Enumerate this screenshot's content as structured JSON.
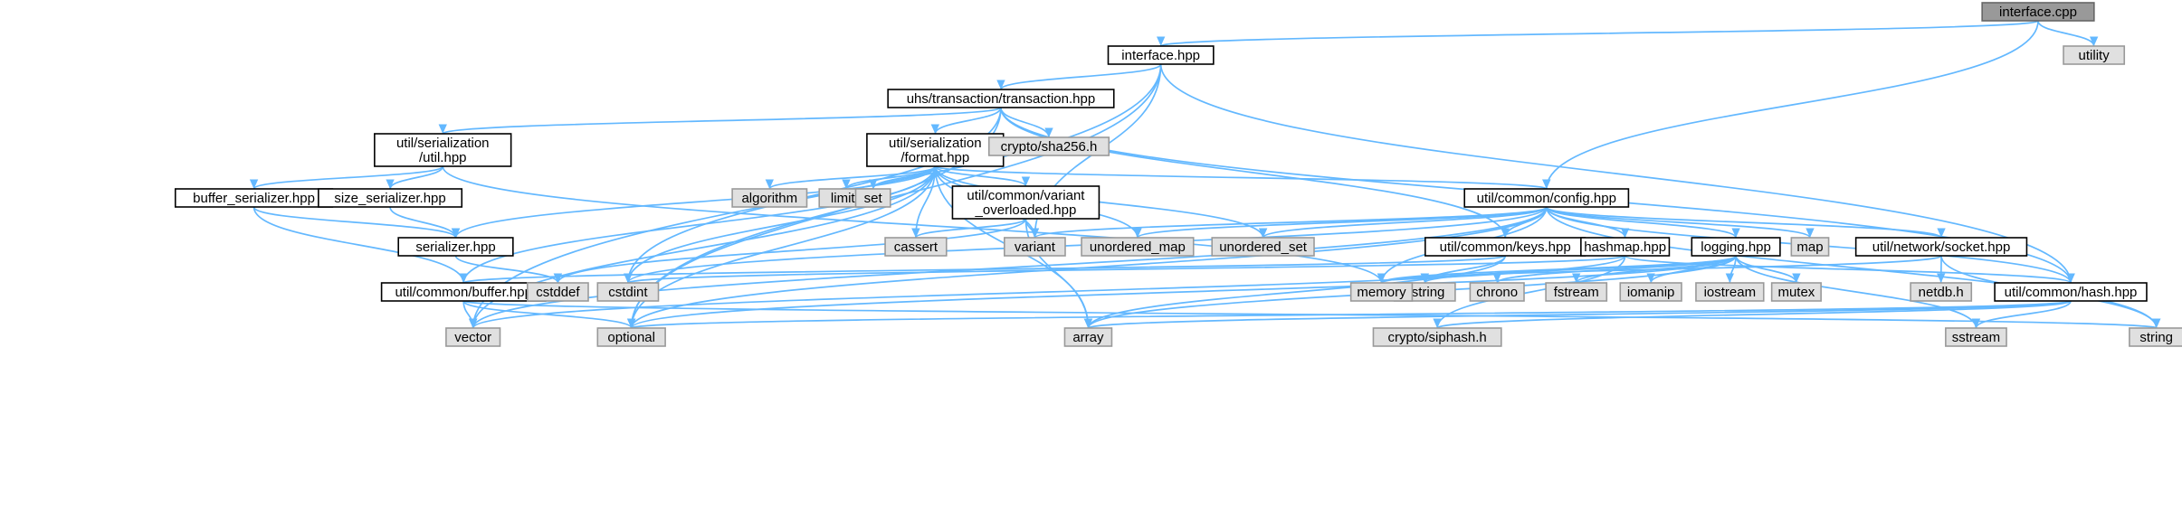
{
  "colors": {
    "edge": "#63b8ff",
    "local_fill": "#ffffff",
    "local_border": "#000000",
    "system_fill": "#e0e0e0",
    "system_border": "#999999",
    "root_fill": "#999999"
  },
  "nodes": [
    {
      "id": "interface_cpp",
      "label": "interface.cpp",
      "kind": "root"
    },
    {
      "id": "utility",
      "label": "utility",
      "kind": "system"
    },
    {
      "id": "interface_hpp",
      "label": "interface.hpp",
      "kind": "local"
    },
    {
      "id": "transaction_hpp",
      "label": "uhs/transaction/transaction.hpp",
      "kind": "local"
    },
    {
      "id": "ser_util_hpp",
      "label": "util/serialization\n/util.hpp",
      "kind": "local"
    },
    {
      "id": "format_hpp",
      "label": "util/serialization\n/format.hpp",
      "kind": "local"
    },
    {
      "id": "sha256_h",
      "label": "crypto/sha256.h",
      "kind": "system"
    },
    {
      "id": "buffer_serializer",
      "label": "buffer_serializer.hpp",
      "kind": "local"
    },
    {
      "id": "size_serializer",
      "label": "size_serializer.hpp",
      "kind": "local"
    },
    {
      "id": "algorithm",
      "label": "algorithm",
      "kind": "system"
    },
    {
      "id": "limits",
      "label": "limits",
      "kind": "system"
    },
    {
      "id": "set",
      "label": "set",
      "kind": "system"
    },
    {
      "id": "variant_overloaded",
      "label": "util/common/variant\n_overloaded.hpp",
      "kind": "local"
    },
    {
      "id": "config_hpp",
      "label": "util/common/config.hpp",
      "kind": "local"
    },
    {
      "id": "serializer_hpp",
      "label": "serializer.hpp",
      "kind": "local"
    },
    {
      "id": "cassert",
      "label": "cassert",
      "kind": "system"
    },
    {
      "id": "variant",
      "label": "variant",
      "kind": "system"
    },
    {
      "id": "unordered_map",
      "label": "unordered_map",
      "kind": "system"
    },
    {
      "id": "unordered_set",
      "label": "unordered_set",
      "kind": "system"
    },
    {
      "id": "keys_hpp",
      "label": "util/common/keys.hpp",
      "kind": "local"
    },
    {
      "id": "hashmap_hpp",
      "label": "hashmap.hpp",
      "kind": "local"
    },
    {
      "id": "logging_hpp",
      "label": "logging.hpp",
      "kind": "local"
    },
    {
      "id": "map",
      "label": "map",
      "kind": "system"
    },
    {
      "id": "socket_hpp",
      "label": "util/network/socket.hpp",
      "kind": "local"
    },
    {
      "id": "buffer_hpp",
      "label": "util/common/buffer.hpp",
      "kind": "local"
    },
    {
      "id": "cstddef",
      "label": "cstddef",
      "kind": "system"
    },
    {
      "id": "cstdint",
      "label": "cstdint",
      "kind": "system"
    },
    {
      "id": "cstring",
      "label": "cstring",
      "kind": "system"
    },
    {
      "id": "memory",
      "label": "memory",
      "kind": "system"
    },
    {
      "id": "chrono",
      "label": "chrono",
      "kind": "system"
    },
    {
      "id": "fstream",
      "label": "fstream",
      "kind": "system"
    },
    {
      "id": "iomanip",
      "label": "iomanip",
      "kind": "system"
    },
    {
      "id": "iostream",
      "label": "iostream",
      "kind": "system"
    },
    {
      "id": "mutex",
      "label": "mutex",
      "kind": "system"
    },
    {
      "id": "netdb_h",
      "label": "netdb.h",
      "kind": "system"
    },
    {
      "id": "hash_hpp",
      "label": "util/common/hash.hpp",
      "kind": "local"
    },
    {
      "id": "vector",
      "label": "vector",
      "kind": "system"
    },
    {
      "id": "optional",
      "label": "optional",
      "kind": "system"
    },
    {
      "id": "array",
      "label": "array",
      "kind": "system"
    },
    {
      "id": "siphash_h",
      "label": "crypto/siphash.h",
      "kind": "system"
    },
    {
      "id": "sstream",
      "label": "sstream",
      "kind": "system"
    },
    {
      "id": "string",
      "label": "string",
      "kind": "system"
    }
  ],
  "edges": [
    [
      "interface_cpp",
      "interface_hpp"
    ],
    [
      "interface_cpp",
      "utility"
    ],
    [
      "interface_cpp",
      "config_hpp"
    ],
    [
      "interface_hpp",
      "transaction_hpp"
    ],
    [
      "interface_hpp",
      "variant"
    ],
    [
      "interface_hpp",
      "hash_hpp"
    ],
    [
      "interface_hpp",
      "vector"
    ],
    [
      "interface_hpp",
      "optional"
    ],
    [
      "transaction_hpp",
      "ser_util_hpp"
    ],
    [
      "transaction_hpp",
      "format_hpp"
    ],
    [
      "transaction_hpp",
      "sha256_h"
    ],
    [
      "transaction_hpp",
      "keys_hpp"
    ],
    [
      "transaction_hpp",
      "hash_hpp"
    ],
    [
      "transaction_hpp",
      "cstdint"
    ],
    [
      "transaction_hpp",
      "optional"
    ],
    [
      "ser_util_hpp",
      "buffer_serializer"
    ],
    [
      "ser_util_hpp",
      "size_serializer"
    ],
    [
      "ser_util_hpp",
      "memory"
    ],
    [
      "buffer_serializer",
      "serializer_hpp"
    ],
    [
      "buffer_serializer",
      "buffer_hpp"
    ],
    [
      "size_serializer",
      "serializer_hpp"
    ],
    [
      "serializer_hpp",
      "cstddef"
    ],
    [
      "format_hpp",
      "serializer_hpp"
    ],
    [
      "format_hpp",
      "buffer_hpp"
    ],
    [
      "format_hpp",
      "config_hpp"
    ],
    [
      "format_hpp",
      "variant_overloaded"
    ],
    [
      "format_hpp",
      "algorithm"
    ],
    [
      "format_hpp",
      "limits"
    ],
    [
      "format_hpp",
      "set"
    ],
    [
      "format_hpp",
      "cassert"
    ],
    [
      "format_hpp",
      "variant"
    ],
    [
      "format_hpp",
      "unordered_map"
    ],
    [
      "format_hpp",
      "unordered_set"
    ],
    [
      "format_hpp",
      "cstdint"
    ],
    [
      "format_hpp",
      "vector"
    ],
    [
      "format_hpp",
      "optional"
    ],
    [
      "format_hpp",
      "array"
    ],
    [
      "variant_overloaded",
      "cassert"
    ],
    [
      "variant_overloaded",
      "variant"
    ],
    [
      "variant_overloaded",
      "cstddef"
    ],
    [
      "variant_overloaded",
      "array"
    ],
    [
      "config_hpp",
      "keys_hpp"
    ],
    [
      "config_hpp",
      "hashmap_hpp"
    ],
    [
      "config_hpp",
      "logging_hpp"
    ],
    [
      "config_hpp",
      "map"
    ],
    [
      "config_hpp",
      "socket_hpp"
    ],
    [
      "config_hpp",
      "hash_hpp"
    ],
    [
      "config_hpp",
      "variant"
    ],
    [
      "config_hpp",
      "unordered_map"
    ],
    [
      "config_hpp",
      "unordered_set"
    ],
    [
      "config_hpp",
      "optional"
    ],
    [
      "config_hpp",
      "string"
    ],
    [
      "config_hpp",
      "vector"
    ],
    [
      "config_hpp",
      "cstdint"
    ],
    [
      "config_hpp",
      "memory"
    ],
    [
      "keys_hpp",
      "buffer_hpp"
    ],
    [
      "keys_hpp",
      "cstring"
    ],
    [
      "keys_hpp",
      "array"
    ],
    [
      "hashmap_hpp",
      "hash_hpp"
    ],
    [
      "hashmap_hpp",
      "siphash_h"
    ],
    [
      "hashmap_hpp",
      "vector"
    ],
    [
      "hashmap_hpp",
      "cstdint"
    ],
    [
      "logging_hpp",
      "chrono"
    ],
    [
      "logging_hpp",
      "fstream"
    ],
    [
      "logging_hpp",
      "iomanip"
    ],
    [
      "logging_hpp",
      "iostream"
    ],
    [
      "logging_hpp",
      "mutex"
    ],
    [
      "logging_hpp",
      "sstream"
    ],
    [
      "logging_hpp",
      "memory"
    ],
    [
      "logging_hpp",
      "array"
    ],
    [
      "logging_hpp",
      "optional"
    ],
    [
      "logging_hpp",
      "cstring"
    ],
    [
      "socket_hpp",
      "netdb_h"
    ],
    [
      "socket_hpp",
      "string"
    ],
    [
      "socket_hpp",
      "memory"
    ],
    [
      "buffer_hpp",
      "vector"
    ],
    [
      "buffer_hpp",
      "optional"
    ],
    [
      "buffer_hpp",
      "string"
    ],
    [
      "hash_hpp",
      "siphash_h"
    ],
    [
      "hash_hpp",
      "sstream"
    ],
    [
      "hash_hpp",
      "array"
    ],
    [
      "hash_hpp",
      "optional"
    ]
  ]
}
